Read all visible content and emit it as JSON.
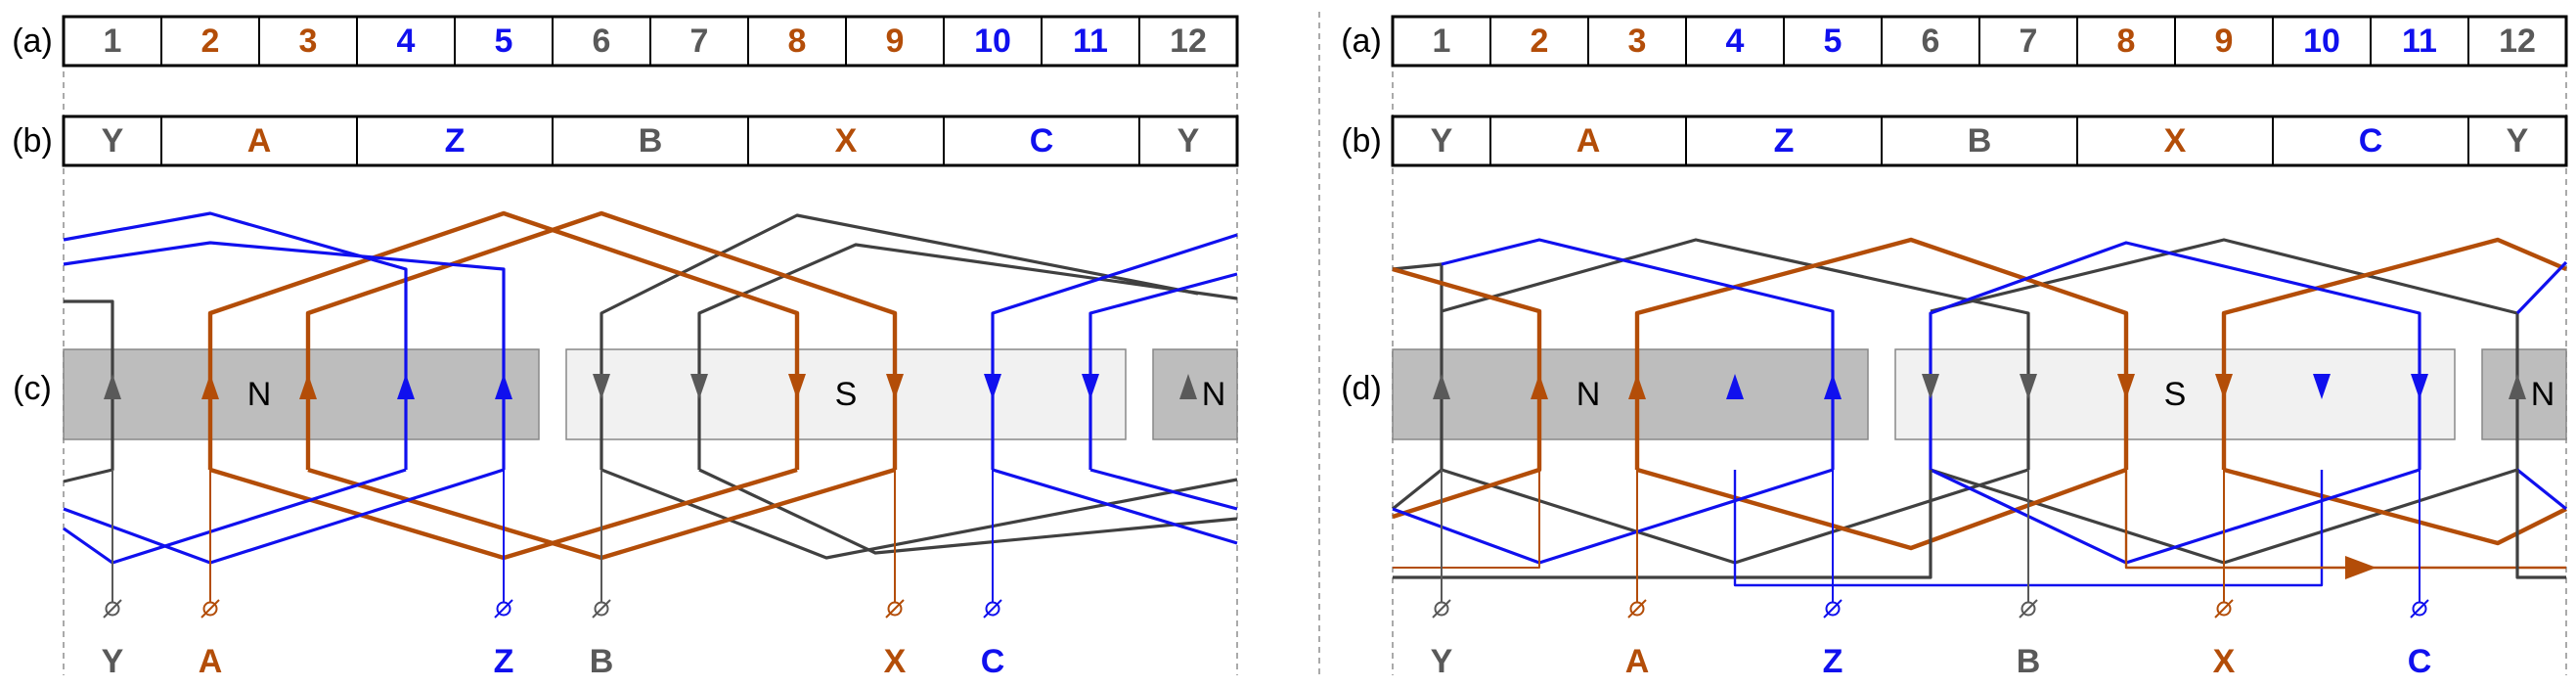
{
  "figure": {
    "panel_labels": {
      "a": "(a)",
      "b": "(b)",
      "c": "(c)",
      "d": "(d)"
    },
    "colors": {
      "gray": "#595959",
      "orange": "#b34d08",
      "blue": "#1010ee",
      "dark": "#404040"
    },
    "slots": [
      {
        "label": "1",
        "color": "gray"
      },
      {
        "label": "2",
        "color": "orange"
      },
      {
        "label": "3",
        "color": "orange"
      },
      {
        "label": "4",
        "color": "blue"
      },
      {
        "label": "5",
        "color": "blue"
      },
      {
        "label": "6",
        "color": "gray"
      },
      {
        "label": "7",
        "color": "gray"
      },
      {
        "label": "8",
        "color": "orange"
      },
      {
        "label": "9",
        "color": "orange"
      },
      {
        "label": "10",
        "color": "blue"
      },
      {
        "label": "11",
        "color": "blue"
      },
      {
        "label": "12",
        "color": "gray"
      }
    ],
    "phase_bands": [
      {
        "label": "Y",
        "span": 1,
        "color": "gray"
      },
      {
        "label": "A",
        "span": 2,
        "color": "orange"
      },
      {
        "label": "Z",
        "span": 2,
        "color": "blue"
      },
      {
        "label": "B",
        "span": 2,
        "color": "gray"
      },
      {
        "label": "X",
        "span": 2,
        "color": "orange"
      },
      {
        "label": "C",
        "span": 2,
        "color": "blue"
      },
      {
        "label": "Y",
        "span": 1,
        "color": "gray"
      }
    ],
    "poles": {
      "north": "N",
      "south": "S"
    },
    "left_terminals": [
      {
        "label": "Y",
        "slot": 1,
        "color": "gray"
      },
      {
        "label": "A",
        "slot": 2,
        "color": "orange"
      },
      {
        "label": "Z",
        "slot": 5,
        "color": "blue"
      },
      {
        "label": "B",
        "slot": 6,
        "color": "gray"
      },
      {
        "label": "X",
        "slot": 9,
        "color": "orange"
      },
      {
        "label": "C",
        "slot": 10,
        "color": "blue"
      }
    ],
    "right_terminals": [
      {
        "label": "Y",
        "slot": 1,
        "color": "gray"
      },
      {
        "label": "A",
        "slot": 3,
        "color": "orange"
      },
      {
        "label": "Z",
        "slot": 5,
        "color": "blue"
      },
      {
        "label": "B",
        "slot": 7,
        "color": "gray"
      },
      {
        "label": "X",
        "slot": 9,
        "color": "orange"
      },
      {
        "label": "C",
        "slot": 11,
        "color": "blue"
      }
    ]
  }
}
